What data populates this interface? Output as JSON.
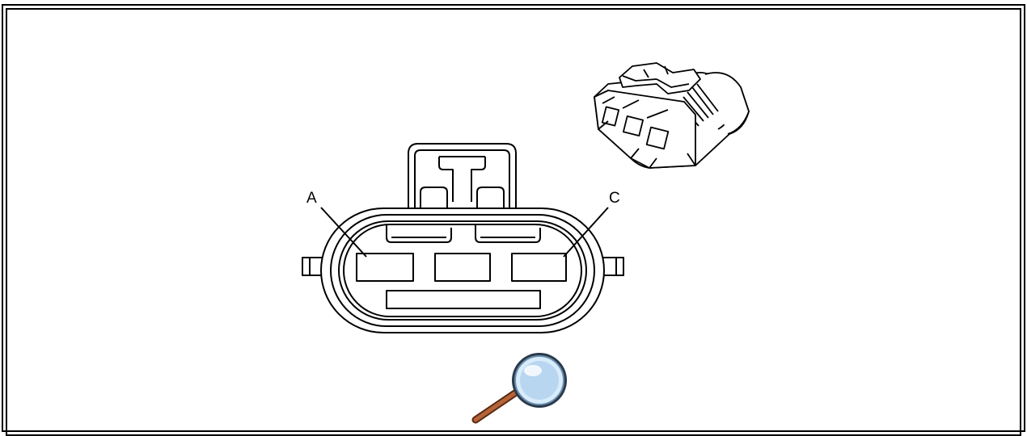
{
  "diagram": {
    "callouts": [
      {
        "id": "A",
        "label": "A"
      },
      {
        "id": "C",
        "label": "C"
      }
    ]
  },
  "icons": {
    "zoom": "magnifier-icon",
    "connector_3d": "connector-perspective-illustration"
  },
  "colors": {
    "frame": "#000000",
    "link": "#2c4a9a",
    "magnifier_lens": "#b8d6f0",
    "magnifier_handle": "#a0522d"
  }
}
